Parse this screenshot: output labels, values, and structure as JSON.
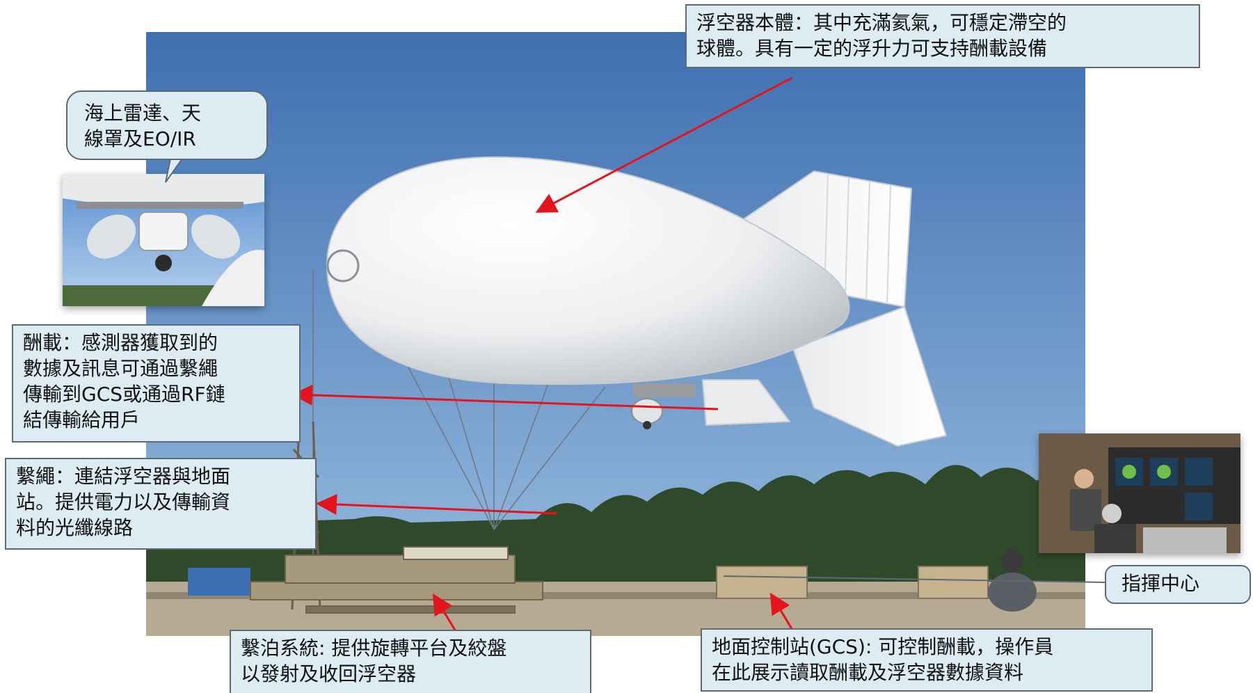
{
  "callouts": {
    "envelope": "浮空器本體：其中充滿氦氣，可穩定滯空的\n球體。具有一定的浮升力可支持酬載設備",
    "radar": "海上雷達、天\n線罩及EO/IR",
    "payload": "酬載：感測器獲取到的\n數據及訊息可通過繫繩\n傳輸到GCS或通過RF鏈\n結傳輸給用戶",
    "tether": "繫繩：連結浮空器與地面\n站。提供電力以及傳輸資\n料的光纖線路",
    "mooring": "繫泊系統: 提供旋轉平台及絞盤\n以發射及收回浮空器",
    "gcs": "地面控制站(GCS): 可控制酬載，操作員\n在此展示讀取酬載及浮空器數據資料",
    "command": "指揮中心"
  },
  "colors": {
    "sky_top": "#3e6fb0",
    "sky_bottom": "#8fb7de",
    "arrow": "#e3141b",
    "callout_fill": "#dcecf2",
    "callout_border": "#5c6b73",
    "aerostat": "#f4f5f6"
  },
  "icons": {
    "arrow": "red-arrow-icon"
  }
}
